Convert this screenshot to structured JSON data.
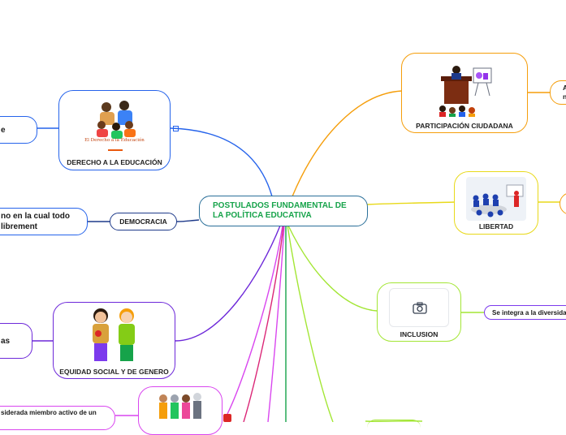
{
  "central": {
    "title": "POSTULADOS FUNDAMENTAL DE LA POLÍTICA EDUCATIVA",
    "color": "#16a34a"
  },
  "nodes": {
    "derecho": {
      "label": "DERECHO A LA EDUCACIÓN",
      "image_caption": "El Derecho a la Educación",
      "color": "#2563eb"
    },
    "democracia": {
      "label": "DEMOCRACIA",
      "color": "#1e3a8a"
    },
    "equidad": {
      "label": "EQUIDAD SOCIAL Y DE GENERO",
      "color": "#6d28d9"
    },
    "participacion": {
      "label": "PARTICIPACIÓN CIUDADANA",
      "color": "#f59e0b"
    },
    "libertad": {
      "label": "LIBERTAD",
      "color": "#e8d91a"
    },
    "inclusion": {
      "label": "INCLUSION",
      "color": "#a3e635"
    }
  },
  "leaves": {
    "derecho_leaf": "e",
    "democracia_leaf_1": "no en la cual todo",
    "democracia_leaf_2": "librement",
    "equidad_leaf": "as",
    "bottom_leaf": "siderada miembro activo de un",
    "participacion_leaf_1": "A",
    "participacion_leaf_2": "n",
    "inclusion_leaf": "Se integra a la diversida"
  },
  "icons": [
    "link-icon",
    "camera-icon",
    "attachment-icon"
  ]
}
